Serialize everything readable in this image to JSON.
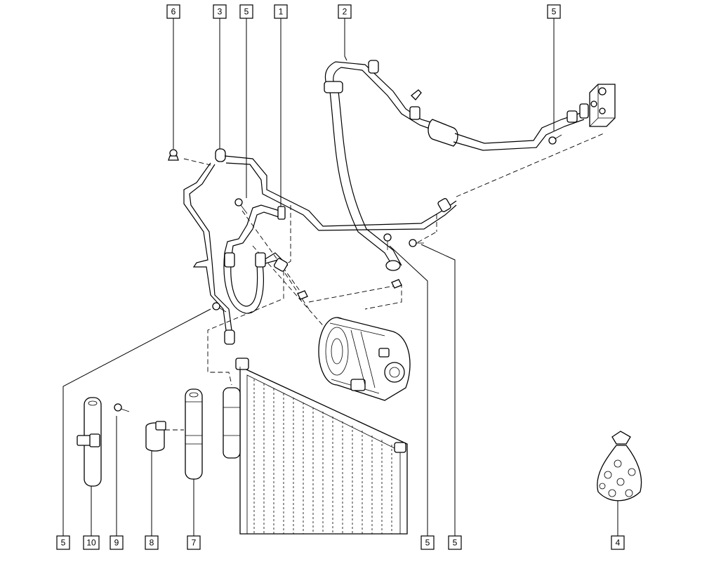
{
  "callouts": {
    "top": [
      "6",
      "3",
      "5",
      "1",
      "2",
      "5"
    ],
    "bottom": [
      "5",
      "10",
      "9",
      "8",
      "7",
      "5",
      "5",
      "4"
    ]
  }
}
